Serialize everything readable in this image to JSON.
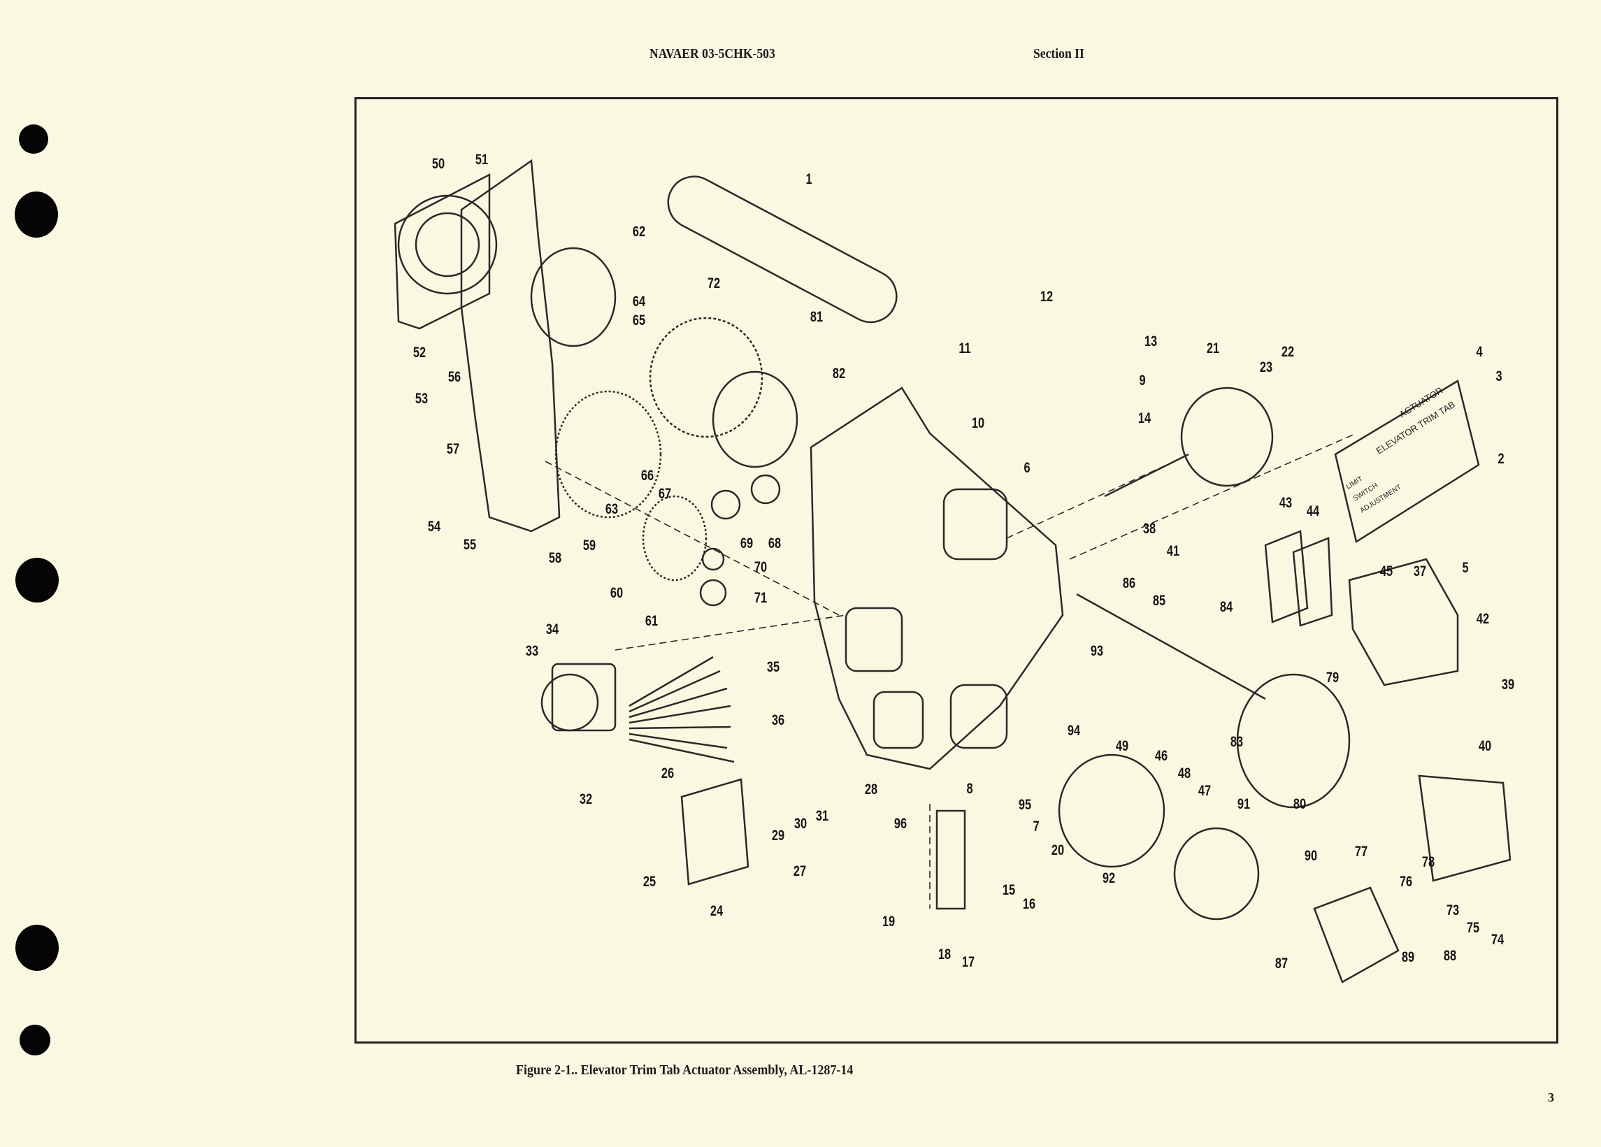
{
  "header": {
    "doc_number": "NAVAER 03-5CHK-503",
    "section": "Section II"
  },
  "figure": {
    "caption": "Figure 2-1.. Elevator Trim Tab Actuator Assembly, AL-1287-14",
    "nameplate": {
      "line1": "ACTUATOR",
      "line2": "ELEVATOR TRIM TAB",
      "limit1": "LIMIT",
      "limit2": "SWITCH",
      "limit3": "ADJUSTMENT"
    },
    "callouts": [
      "1",
      "2",
      "3",
      "4",
      "5",
      "6",
      "7",
      "8",
      "9",
      "10",
      "11",
      "12",
      "13",
      "14",
      "15",
      "16",
      "17",
      "18",
      "19",
      "20",
      "21",
      "22",
      "23",
      "24",
      "25",
      "26",
      "27",
      "28",
      "29",
      "30",
      "31",
      "32",
      "33",
      "34",
      "35",
      "36",
      "37",
      "38",
      "39",
      "40",
      "41",
      "42",
      "43",
      "44",
      "45",
      "46",
      "47",
      "48",
      "49",
      "50",
      "51",
      "52",
      "53",
      "54",
      "55",
      "56",
      "57",
      "58",
      "59",
      "60",
      "61",
      "62",
      "63",
      "64",
      "65",
      "66",
      "67",
      "68",
      "69",
      "70",
      "71",
      "72",
      "73",
      "74",
      "75",
      "76",
      "77",
      "78",
      "79",
      "80",
      "81",
      "82",
      "83",
      "84",
      "85",
      "86",
      "87",
      "88",
      "89",
      "90",
      "91",
      "92",
      "93",
      "94",
      "95",
      "96"
    ]
  },
  "page_number": "3"
}
